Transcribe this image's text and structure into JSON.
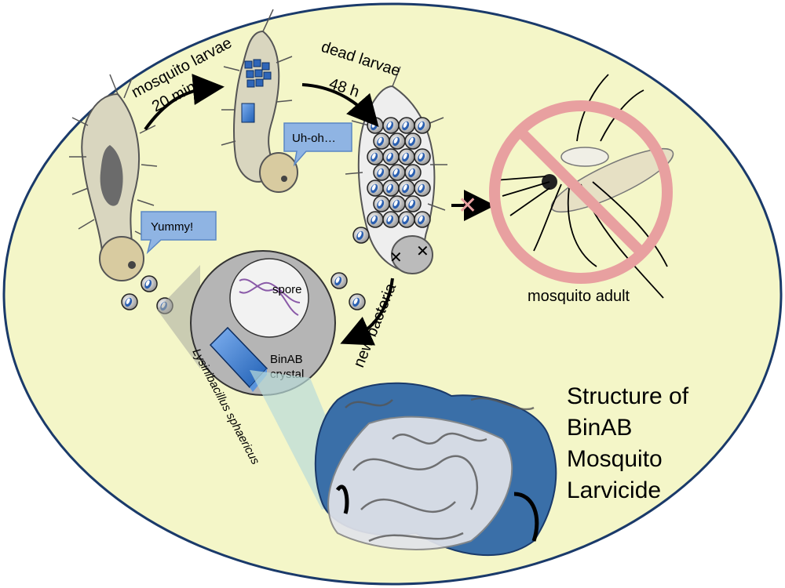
{
  "labels": {
    "mosquito_larvae": "mosquito larvae",
    "time_20min": "20 min",
    "dead_larvae": "dead larvae",
    "time_48h": "48 h",
    "new_bacteria": "new bacteria",
    "mosquito_adult": "mosquito adult",
    "uh_oh": "Uh-oh…",
    "yummy": "Yummy!",
    "spore": "spore",
    "binab_line1": "BinAB",
    "binab_line2": "crystal",
    "organism": "Lysinibacillus sphaericus",
    "block_x_mark": "✕",
    "title_lines": [
      "Structure of",
      "BinAB",
      "Mosquito",
      "Larvicide"
    ]
  },
  "colors": {
    "background_oval": "#f4f6c8",
    "larva_body": "#d9d6bf",
    "larva_dark": "#6b6b6b",
    "bubble": "#8fb4e3",
    "crystal_blue": "#3d7fd0",
    "structure_blue": "#3a6fa8",
    "no_sign_red": "#e8a0a0",
    "dna_purple": "#8a5aa8"
  }
}
